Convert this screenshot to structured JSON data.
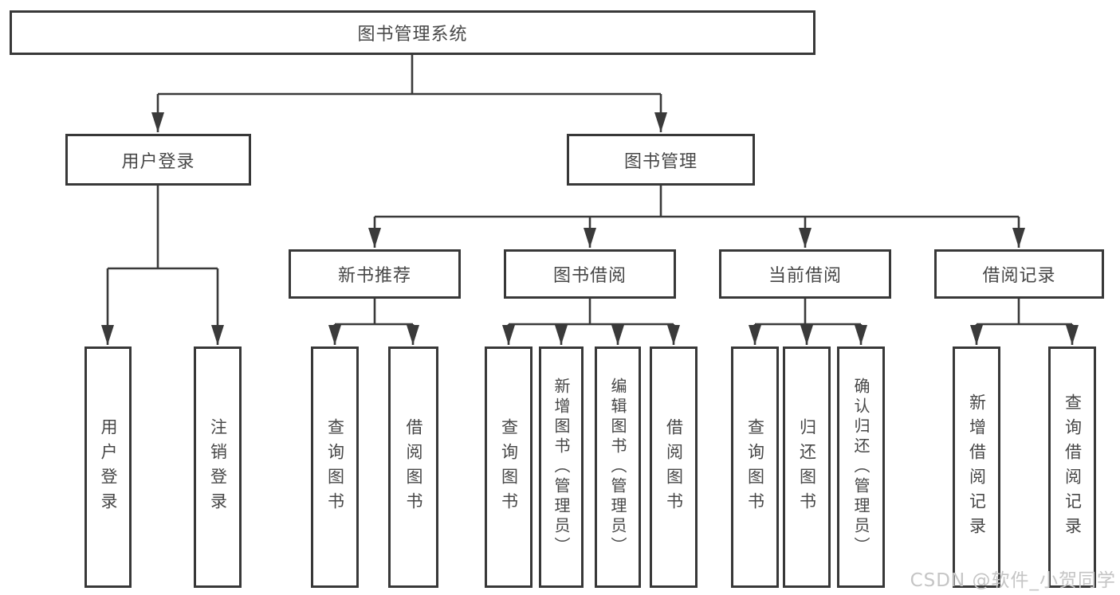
{
  "colors": {
    "line": "#3a3a3a",
    "box_border": "#383838",
    "text": "#474747",
    "watermark": "#c5c5c5",
    "background": "#ffffff"
  },
  "tree": {
    "root": {
      "label": "图书管理系统",
      "children": [
        {
          "label": "用户登录",
          "children": [
            {
              "label": "用户登录"
            },
            {
              "label": "注销登录"
            }
          ]
        },
        {
          "label": "图书管理",
          "children": [
            {
              "label": "新书推荐",
              "children": [
                {
                  "label": "查询图书"
                },
                {
                  "label": "借阅图书"
                }
              ]
            },
            {
              "label": "图书借阅",
              "children": [
                {
                  "label": "查询图书"
                },
                {
                  "label": "新增图书（管理员）"
                },
                {
                  "label": "编辑图书（管理员）"
                },
                {
                  "label": "借阅图书"
                }
              ]
            },
            {
              "label": "当前借阅",
              "children": [
                {
                  "label": "查询图书"
                },
                {
                  "label": "归还图书"
                },
                {
                  "label": "确认归还（管理员）"
                }
              ]
            },
            {
              "label": "借阅记录",
              "children": [
                {
                  "label": "新增借阅记录"
                },
                {
                  "label": "查询借阅记录"
                }
              ]
            }
          ]
        }
      ]
    }
  },
  "watermark": {
    "text": "CSDN @软件_小贺同学"
  }
}
